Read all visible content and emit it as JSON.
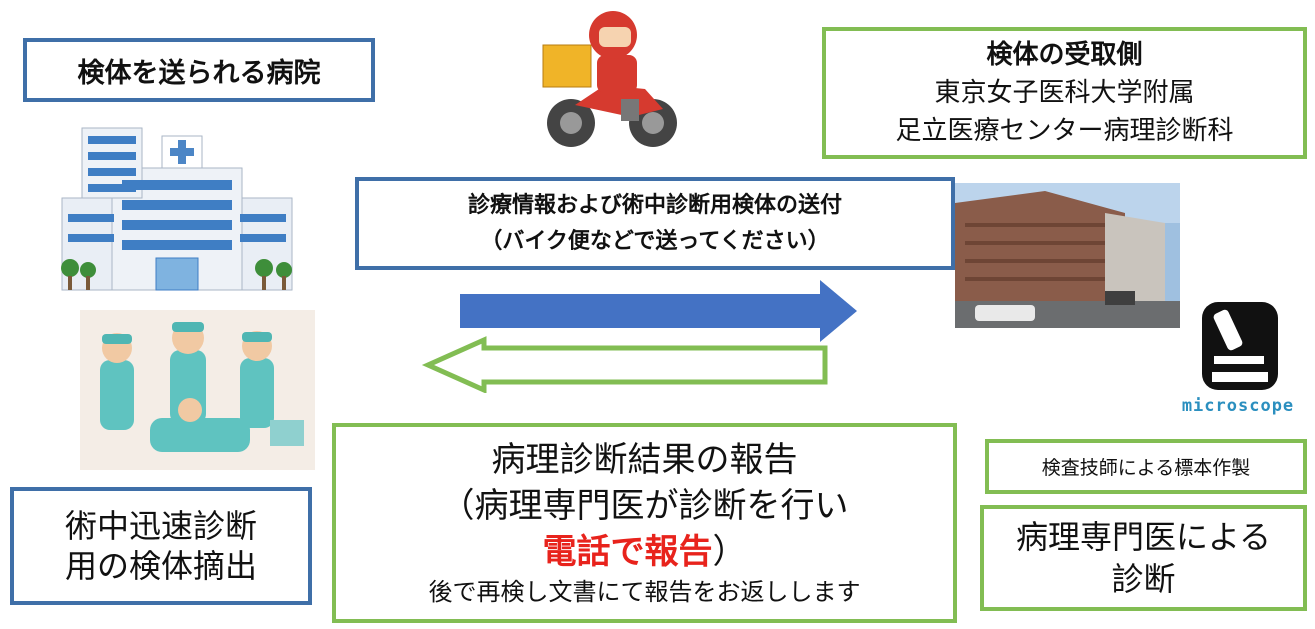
{
  "sender_hospital_label": "検体を送られる病院",
  "receiver": {
    "heading": "検体の受取側",
    "line1": "東京女子医科大学附属",
    "line2": "足立医療センター病理診断科"
  },
  "send_box": {
    "line1": "診療情報および術中診断用検体の送付",
    "line2": "（バイク便などで送ってください）"
  },
  "report_box": {
    "line1": "病理診断結果の報告",
    "line2_prefix": "（病理専門医が診断を行い",
    "line3_red": "電話で報告",
    "line3_suffix": "）",
    "line4": "後で再検し文書にて報告をお返しします"
  },
  "surgery_box": {
    "line1": "術中迅速診断",
    "line2": "用の検体摘出"
  },
  "technician_box": "検査技師による標本作製",
  "pathologist_box": {
    "line1": "病理専門医による",
    "line2": "診断"
  },
  "microscope_logo_text": "microscope",
  "colors": {
    "blue_border": "#3f6fa8",
    "green_border": "#82bd53",
    "arrow_blue": "#4472c4",
    "report_red": "#e8231c"
  },
  "icons": [
    "hospital-icon",
    "surgeons-icon",
    "delivery-motorbike-icon",
    "medical-center-photo",
    "microscope-icon"
  ]
}
